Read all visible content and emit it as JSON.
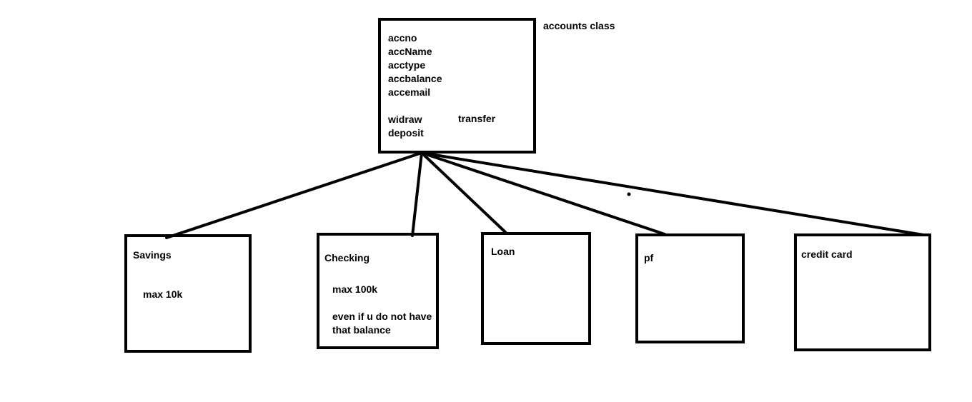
{
  "diagram": {
    "parent": {
      "title": "accounts class",
      "fields": [
        "accno",
        "accName",
        "acctype",
        "accbalance",
        "accemail"
      ],
      "methods": {
        "withdraw": "widraw",
        "deposit": "deposit",
        "transfer": "transfer"
      }
    },
    "children": [
      {
        "name": "Savings",
        "notes": [
          "max 10k"
        ]
      },
      {
        "name": "Checking",
        "notes": [
          "max 100k",
          "even if u do not have",
          "that balance"
        ]
      },
      {
        "name": "Loan",
        "notes": []
      },
      {
        "name": "pf",
        "notes": []
      },
      {
        "name": "credit card",
        "notes": []
      }
    ]
  }
}
